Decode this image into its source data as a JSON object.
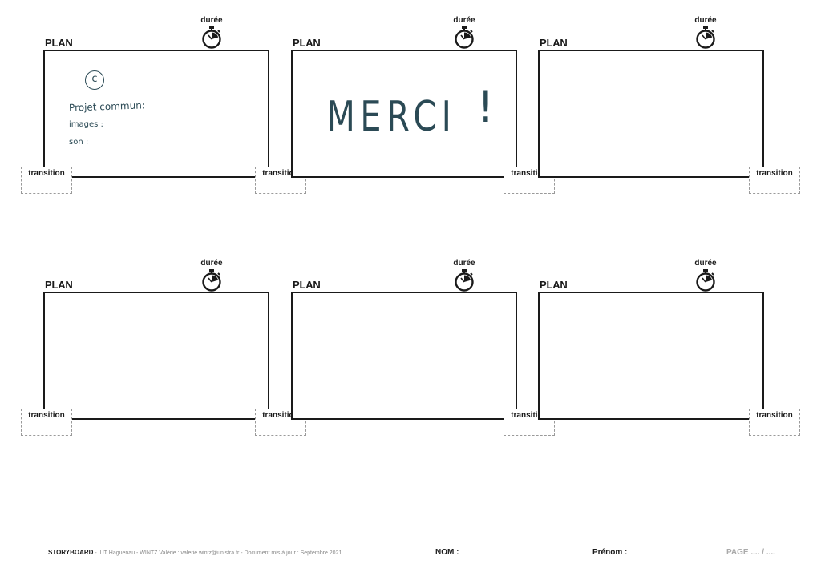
{
  "panels": [
    {
      "plan": "PLAN n° ...",
      "duree": "durée",
      "transition_left": "transition",
      "transition_right": "transition"
    },
    {
      "plan": "PLAN n° ...",
      "duree": "durée",
      "transition_right": "transition"
    },
    {
      "plan": "PLAN n° ...",
      "duree": "durée",
      "transition_right": "transition"
    },
    {
      "plan": "PLAN n° ...",
      "duree": "durée",
      "transition_left": "transition",
      "transition_right": "transition"
    },
    {
      "plan": "PLAN n° ...",
      "duree": "durée",
      "transition_right": "transition"
    },
    {
      "plan": "PLAN n° ...",
      "duree": "durée",
      "transition_right": "transition"
    }
  ],
  "handwriting": {
    "circle_letter": "c",
    "line1": "Projet commun:",
    "line2": "images :",
    "line3": "son :",
    "merci": "MERCI",
    "exclaim": "!"
  },
  "footer": {
    "storyboard": "STORYBOARD",
    "credits": "- IUT Haguenau - WINTZ Valérie : valerie.wintz@unistra.fr - Document mis à jour : Septembre 2021",
    "nom": "NOM :",
    "prenom": "Prénom :",
    "page": "PAGE .... / ...."
  }
}
